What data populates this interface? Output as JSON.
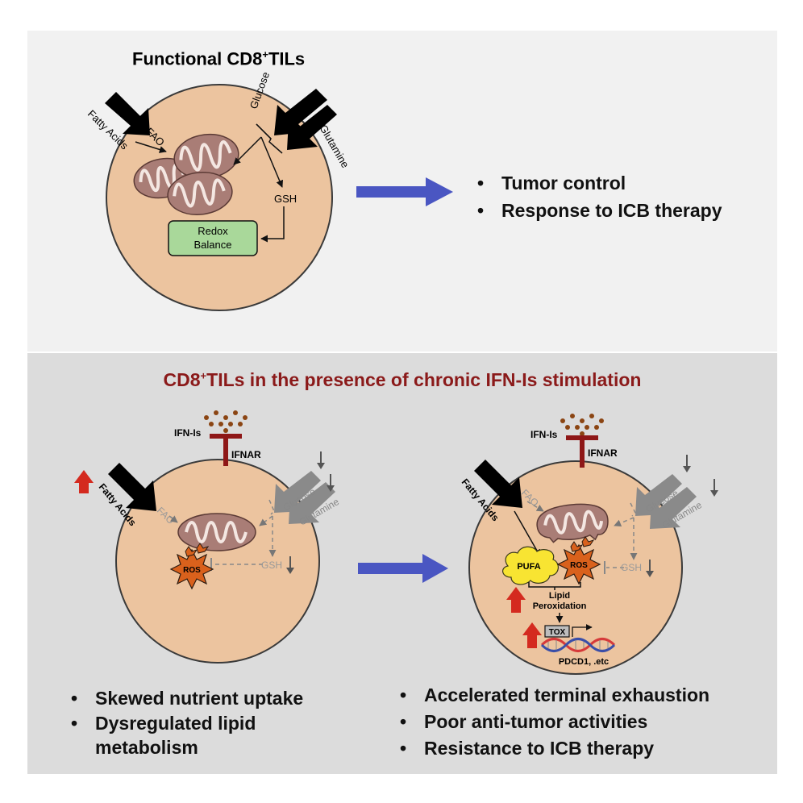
{
  "top": {
    "title": "Functional CD8",
    "title_sup": "+",
    "title_tail": "TILs",
    "labels": {
      "fatty_acids": "Fatty Acids",
      "fao": "FAO",
      "glucose": "Glucose",
      "glutamine": "Glutamine",
      "gsh": "GSH",
      "redox_line1": "Redox",
      "redox_line2": "Balance"
    },
    "outcomes": [
      "Tumor control",
      "Response to ICB therapy"
    ]
  },
  "bottom": {
    "title": "CD8",
    "title_sup": "+",
    "title_tail": "TILs in the presence of chronic IFN-Is stimulation",
    "left_cell": {
      "ifn": "IFN-Is",
      "ifnar": "IFNAR",
      "fatty_acids": "Fatty Acids",
      "fao": "FAO",
      "glucose": "Glucose",
      "glutamine": "Glutamine",
      "gsh": "GSH",
      "ros": "ROS"
    },
    "right_cell": {
      "ifn": "IFN-Is",
      "ifnar": "IFNAR",
      "fatty_acids": "Fatty Acids",
      "fao": "FAO",
      "glucose": "Glucose",
      "glutamine": "Glutamine",
      "gsh": "GSH",
      "ros": "ROS",
      "pufa": "PUFA",
      "lipid_line1": "Lipid",
      "lipid_line2": "Peroxidation",
      "tox": "TOX",
      "genes": "PDCD1, .etc"
    },
    "left_outcomes": [
      "Skewed nutrient uptake",
      "Dysregulated lipid",
      "metabolism"
    ],
    "right_outcomes": [
      "Accelerated terminal exhaustion",
      "Poor anti-tumor activities",
      "Resistance to ICB therapy"
    ]
  },
  "colors": {
    "cell_fill": "#ecc49f",
    "mito_fill": "#a97d76",
    "redox_fill": "#a9d89a",
    "flow_arrow": "#4a56c2",
    "title_red": "#8b1a1a",
    "up_arrow": "#d42a1f",
    "ros_fill": "#d9611c",
    "pufa_fill": "#f8e432",
    "ifnar": "#8e1717"
  }
}
